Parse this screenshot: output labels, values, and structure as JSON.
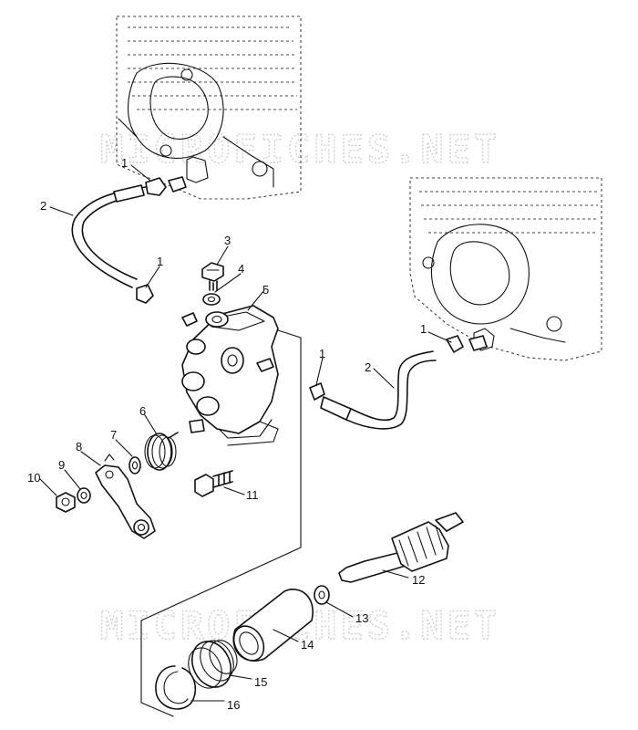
{
  "watermark": {
    "top": "MICROFICHES.NET",
    "bottom": "MICROFICHES.NET"
  },
  "callouts": {
    "c1a": "1",
    "c1b": "1",
    "c1c": "1",
    "c1d": "1",
    "c2a": "2",
    "c2b": "2",
    "c3": "3",
    "c4": "4",
    "c5": "5",
    "c6": "6",
    "c7": "7",
    "c8": "8",
    "c9": "9",
    "c10": "10",
    "c11": "11",
    "c12": "12",
    "c13": "13",
    "c14": "14",
    "c15": "15",
    "c16": "16"
  },
  "parts": {
    "1": "clamp-icon",
    "2": "oil-hose-icon",
    "3": "bleed-screw-icon",
    "4": "washer-icon",
    "5": "oil-pump-icon",
    "6": "return-spring-icon",
    "7": "washer-icon",
    "8": "pump-lever-icon",
    "9": "washer-icon",
    "10": "nut-icon",
    "11": "bolt-icon",
    "12": "drive-gear-shaft-icon",
    "13": "washer-icon",
    "14": "bushing-icon",
    "15": "spring-icon",
    "16": "snap-ring-icon"
  }
}
